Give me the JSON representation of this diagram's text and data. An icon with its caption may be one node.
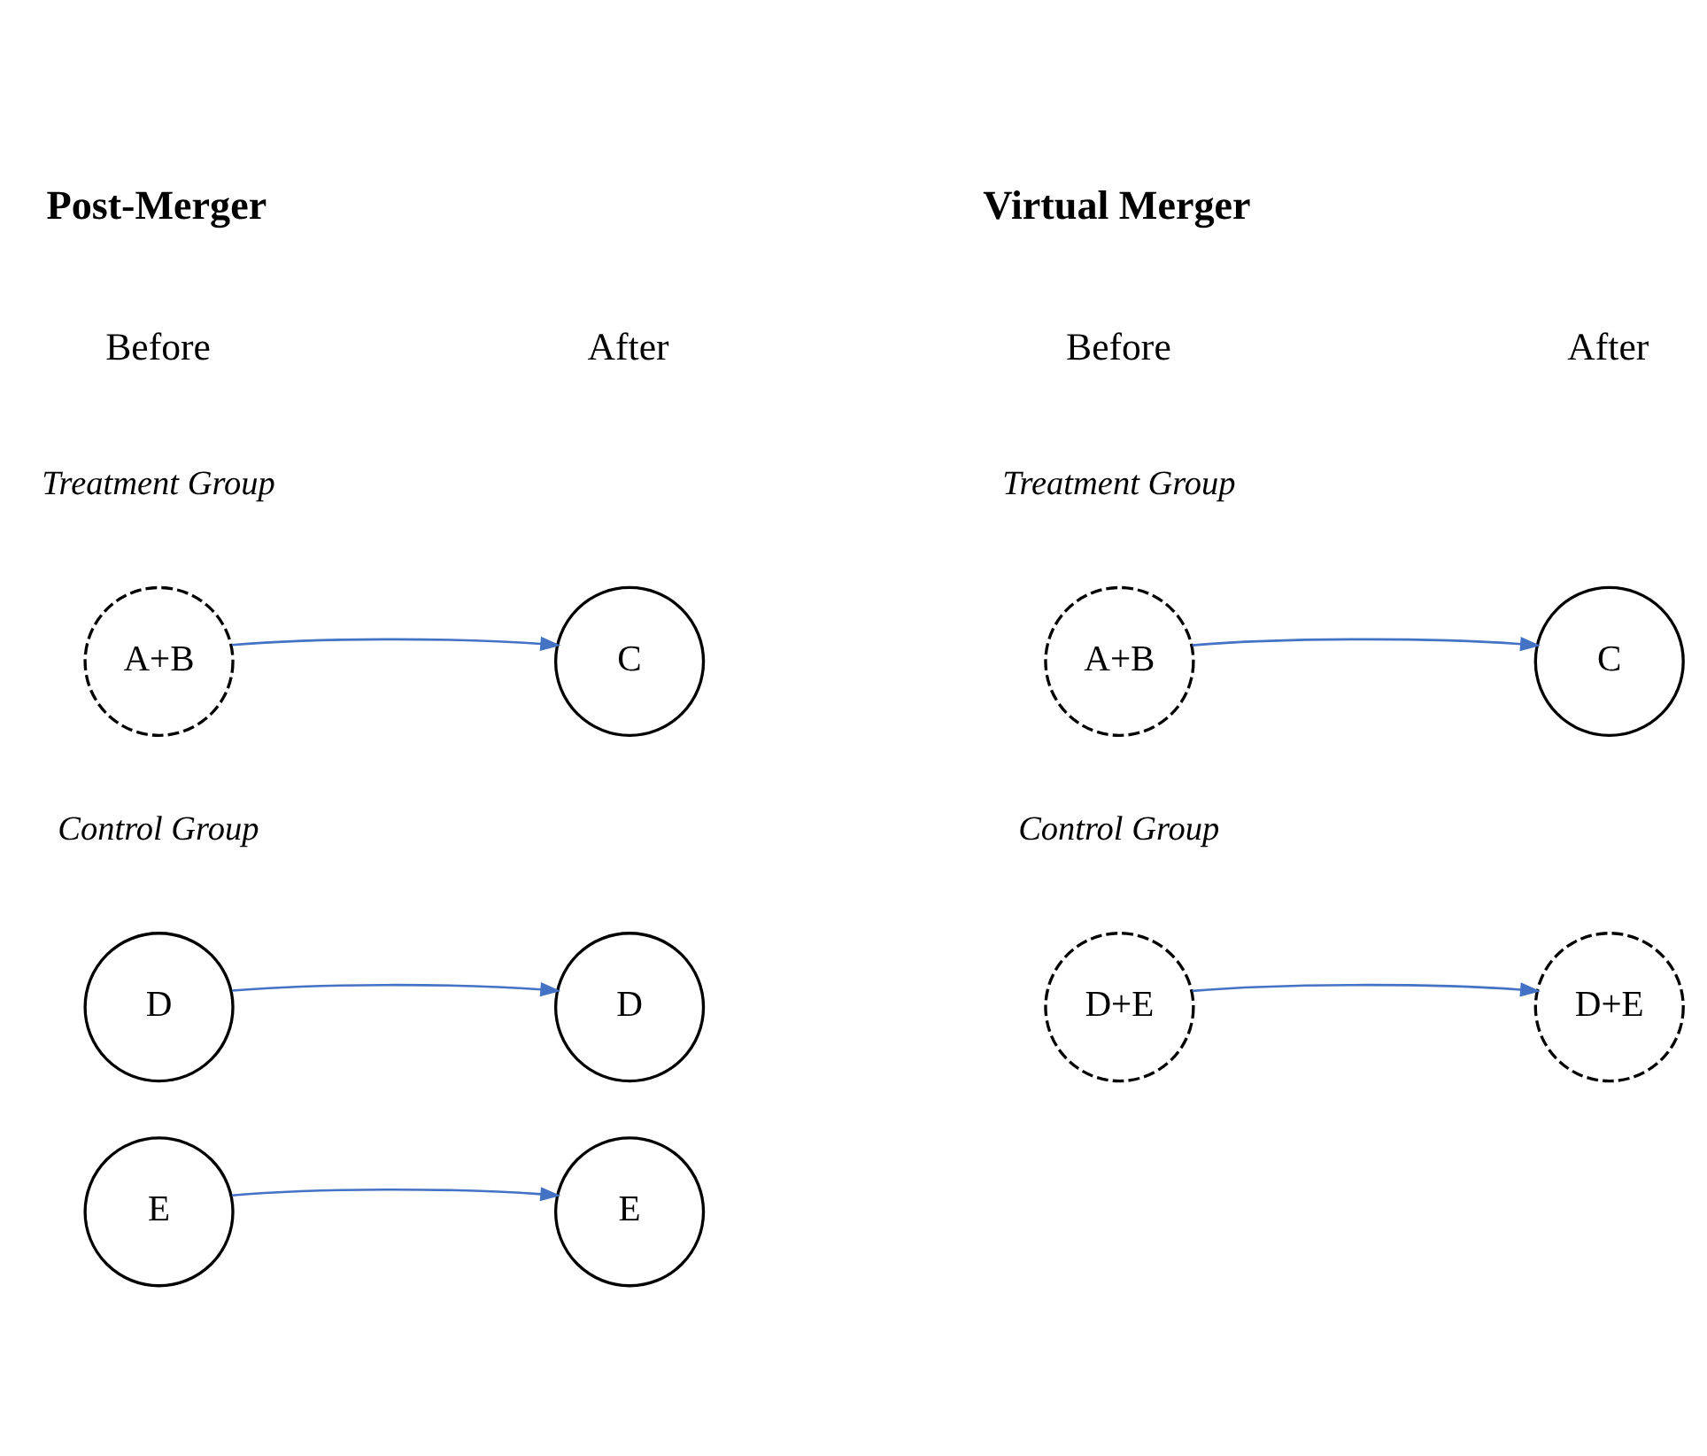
{
  "diagram": {
    "nodes": [
      {
        "text": [
          "A+B"
        ]
      },
      {
        "text": [
          "C"
        ]
      },
      {
        "text": [
          "D"
        ]
      },
      {
        "text": [
          "D"
        ]
      },
      {
        "text": [
          "E"
        ]
      },
      {
        "text": [
          "E"
        ]
      },
      {
        "text": [
          "A+B"
        ]
      },
      {
        "text": [
          "C"
        ]
      },
      {
        "text": [
          "D+E"
        ]
      },
      {
        "text": [
          "D+E"
        ]
      }
    ],
    "edges": [
      {
        "from": 0,
        "to": 1,
        "arrow": "to"
      },
      {
        "from": 2,
        "to": 3,
        "arrow": "to"
      },
      {
        "from": 4,
        "to": 5,
        "arrow": "to"
      },
      {
        "from": 6,
        "to": 7,
        "arrow": "to"
      },
      {
        "from": 8,
        "to": 9,
        "arrow": "to"
      }
    ],
    "labels": [
      "Post-Merger",
      "Virtual Merger",
      "Before",
      "After",
      "Before",
      "After",
      "Treatment Group",
      "Treatment Group",
      "Control Group",
      "Control Group"
    ]
  }
}
